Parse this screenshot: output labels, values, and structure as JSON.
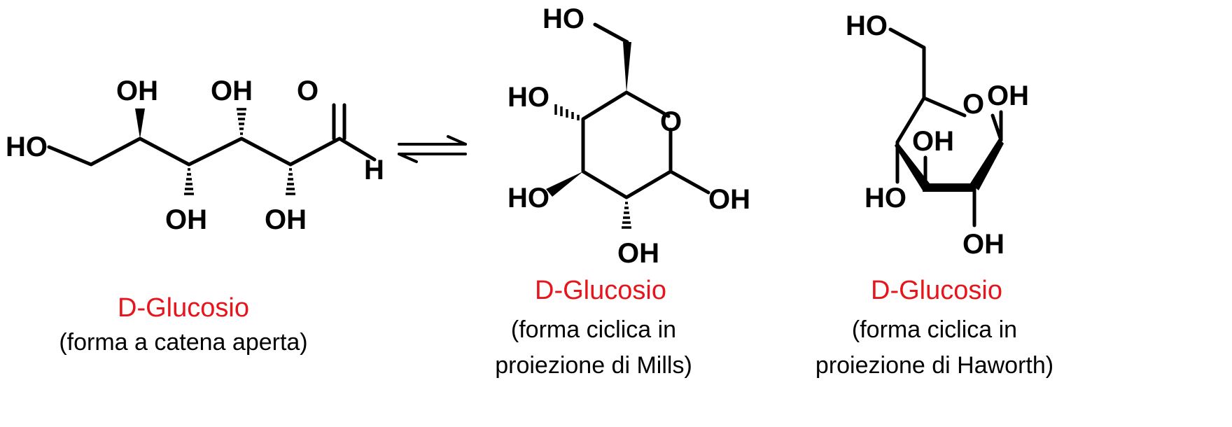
{
  "diagram": {
    "atom_labels": {
      "oh": "OH",
      "ho": "HO",
      "o": "O",
      "h": "H"
    },
    "open_chain": {
      "name": "D-Glucosio",
      "description": "(forma a catena aperta)"
    },
    "mills": {
      "name": "D-Glucosio",
      "description_line1": "(forma ciclica in",
      "description_line2": "proiezione di Mills)"
    },
    "haworth": {
      "name": "D-Glucosio",
      "description_line1": "(forma ciclica in",
      "description_line2": "proiezione di Haworth)"
    },
    "colors": {
      "name_text": "#e8141b",
      "structure": "#000000"
    }
  }
}
